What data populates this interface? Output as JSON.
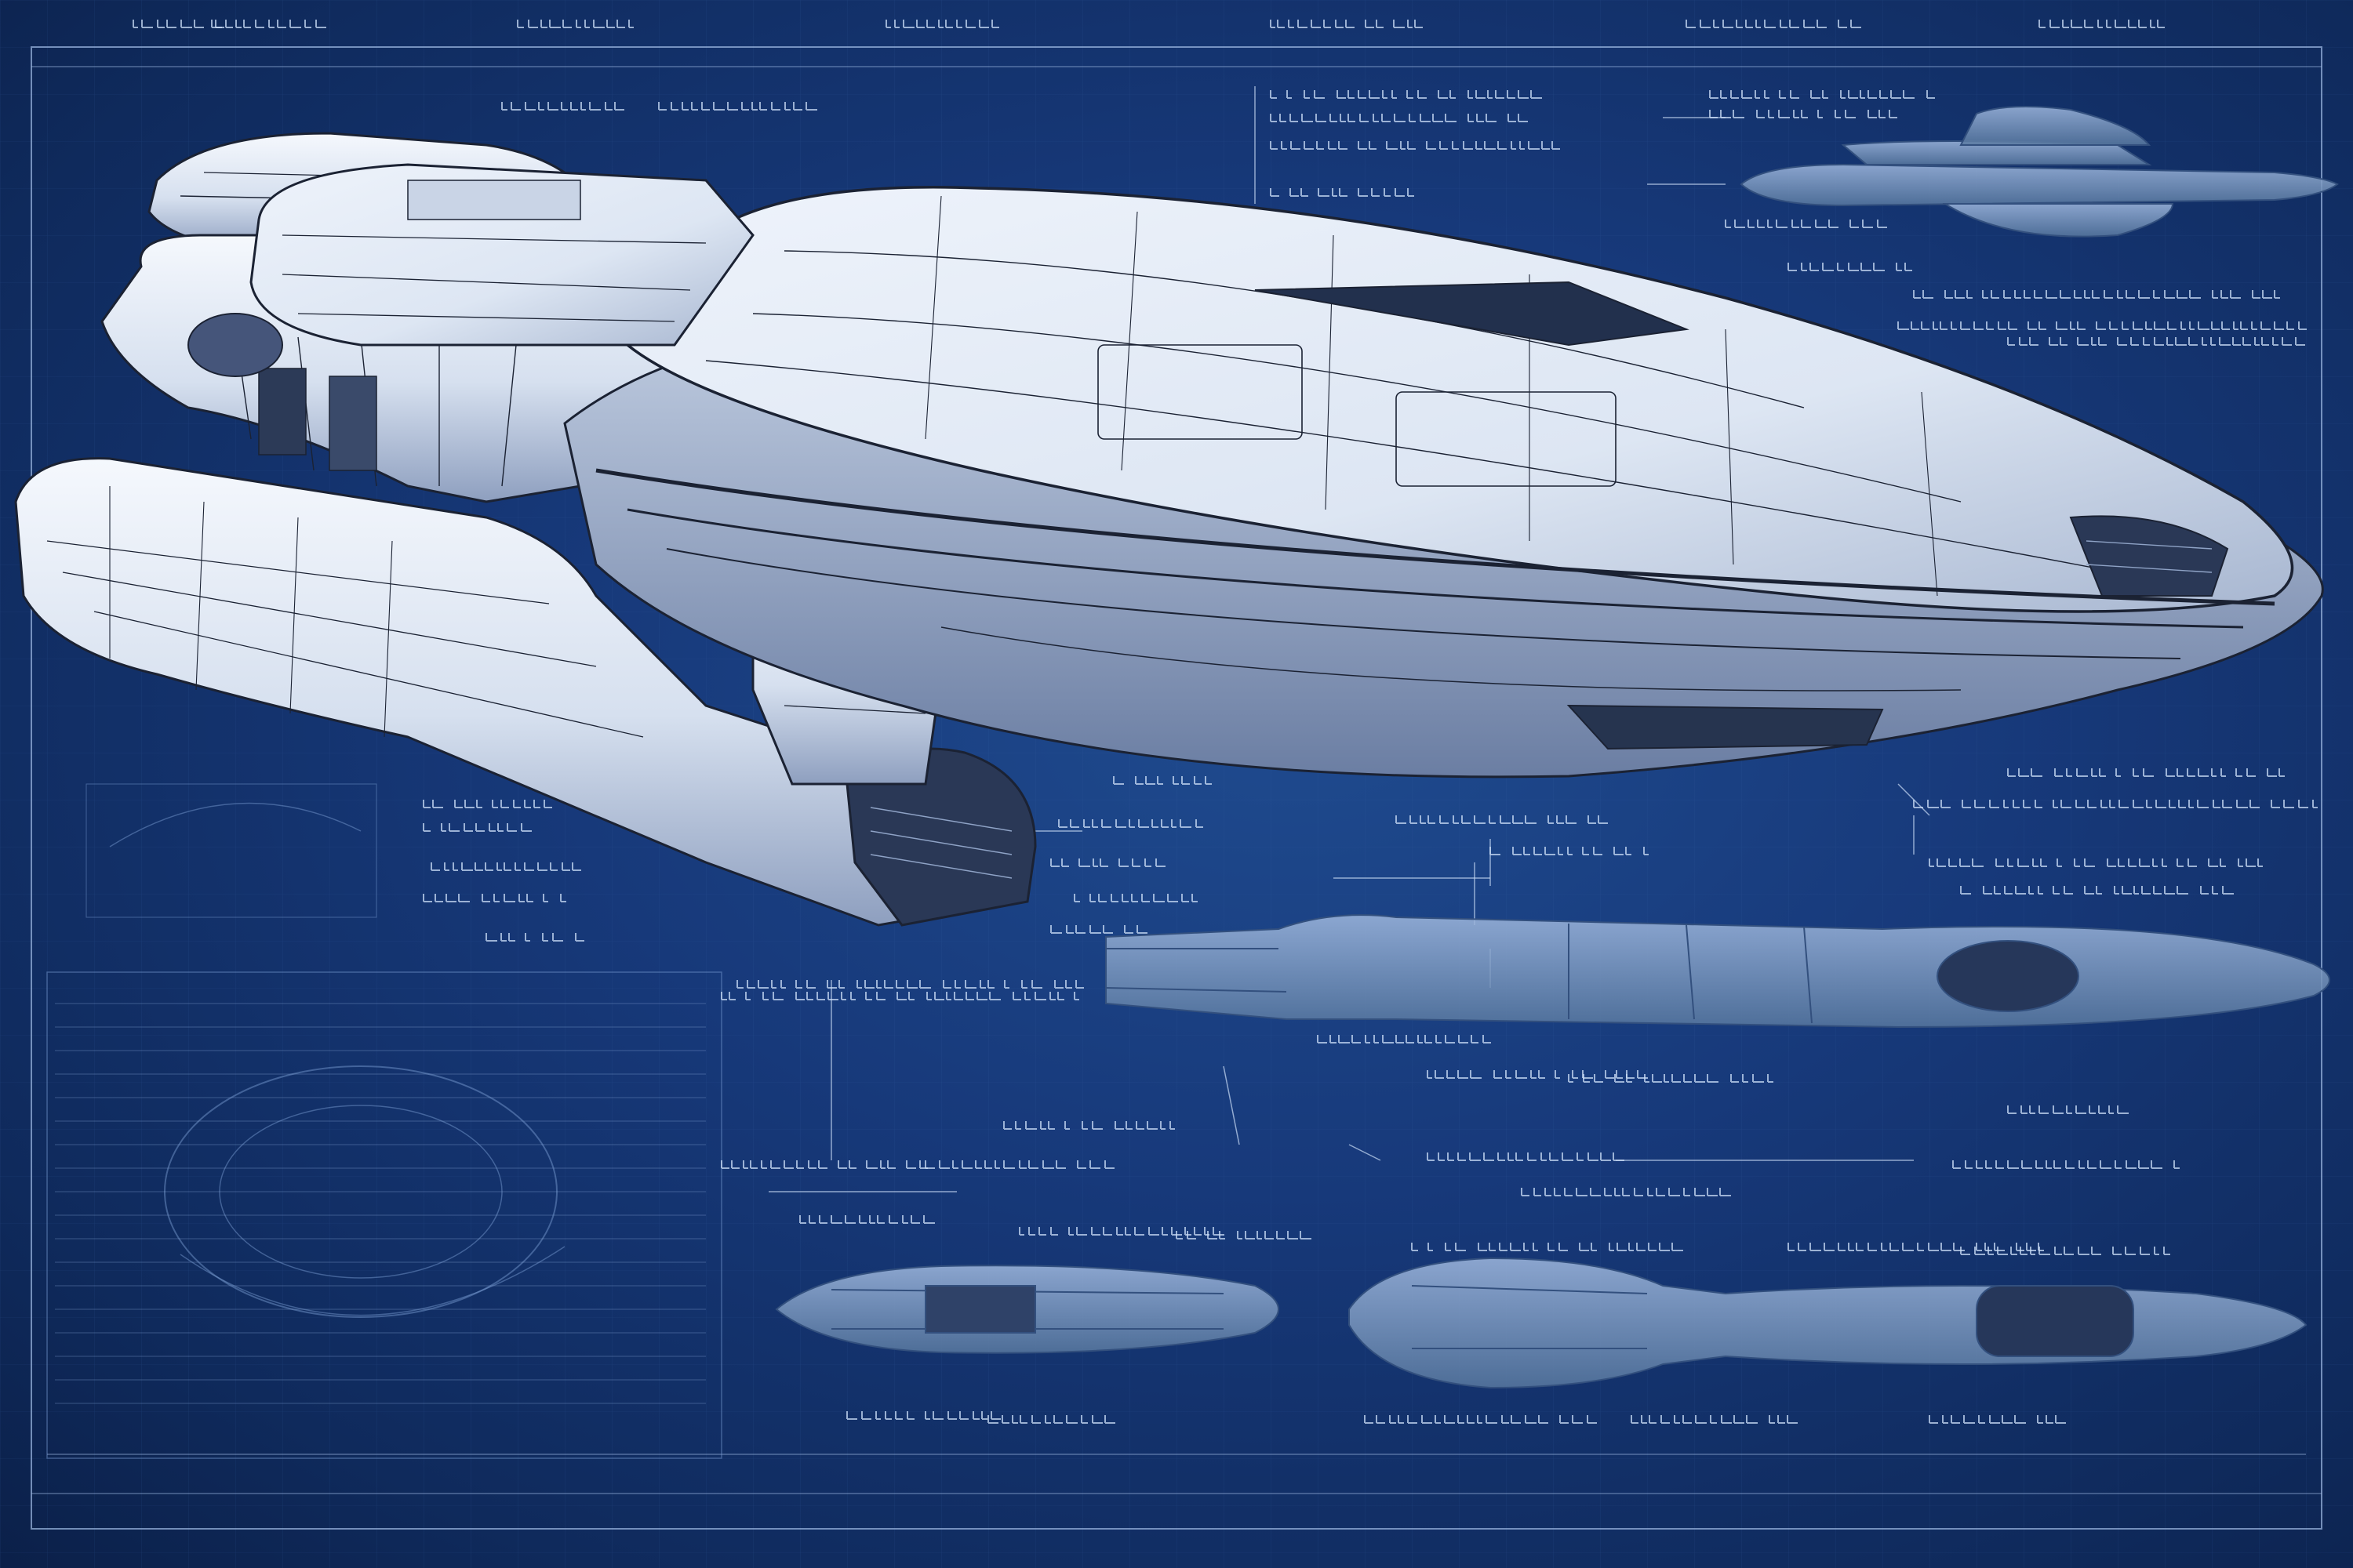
{
  "drawing": {
    "kind": "starship-blueprint",
    "palette": {
      "background": "#17397a",
      "background_dark": "#0b2049",
      "line": "#c9dcf5",
      "hull_light": "#f2f6fc",
      "hull_shade": "#b9c8e0",
      "hull_dark": "#5d6f92",
      "detail_line": "#1b2233",
      "ghost": "#6f93c9"
    },
    "views": [
      {
        "name": "perspective-view"
      },
      {
        "name": "side-elevation-top-right"
      },
      {
        "name": "side-elevation-middle"
      },
      {
        "name": "profile-view-bottom-left"
      },
      {
        "name": "profile-view-bottom-right"
      }
    ]
  }
}
